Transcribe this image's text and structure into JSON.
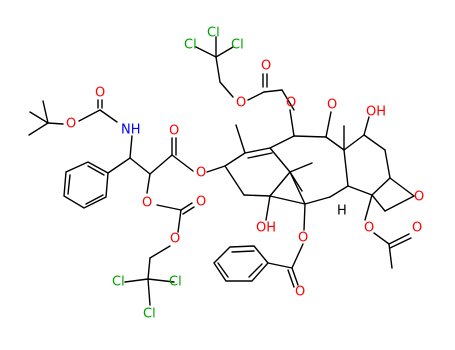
{
  "colors": {
    "background": "#ffffff",
    "bond": "#000000",
    "oxygen": "#ff0000",
    "nitrogen": "#0000ff",
    "chlorine": "#00a000",
    "carbon_hydrogen": "#000000"
  },
  "labels": {
    "cl_a1": "Cl",
    "cl_a2": "Cl",
    "cl_a3": "Cl",
    "o_troc1_ether": "O",
    "o_troc1_carbonyl": "O",
    "o_c10": "O",
    "o_c9_ketone": "O",
    "oh_c7": "OH",
    "o_boc_carbonyl": "O",
    "o_boc_ether": "O",
    "nh": "NH",
    "o_ester_carbonyl": "O",
    "o_ester_link": "O",
    "o_c2prime": "O",
    "o_troc2_carbonyl": "O",
    "o_troc2_ether": "O",
    "oh_c1": "OH",
    "h_c3": "H",
    "o_oxetane": "O",
    "o_c2_benzoate": "O",
    "o_c4_acetate": "O",
    "o_acetate_carbonyl": "O",
    "o_benzoate_carbonyl": "O",
    "cl_b1": "Cl",
    "cl_b2": "Cl",
    "cl_b3": "Cl"
  }
}
